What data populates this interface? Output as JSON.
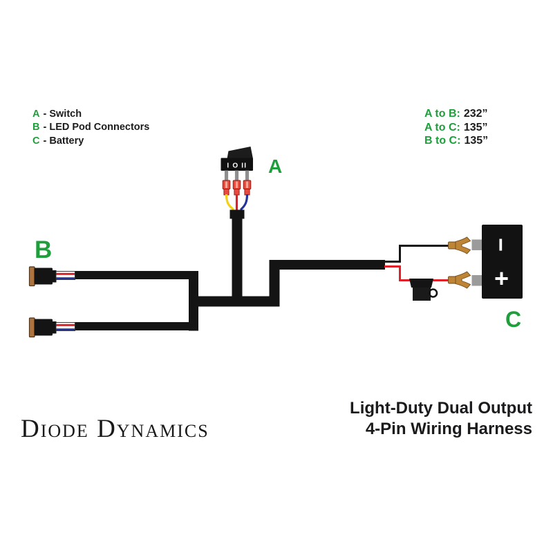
{
  "legend": {
    "items": [
      {
        "key": "A",
        "text": "- Switch"
      },
      {
        "key": "B",
        "text": "- LED Pod Connectors"
      },
      {
        "key": "C",
        "text": "- Battery"
      }
    ]
  },
  "measurements": [
    {
      "label": "A to B:",
      "value": "232”"
    },
    {
      "label": "A to C:",
      "value": "135”"
    },
    {
      "label": "B to C:",
      "value": "135”"
    }
  ],
  "diagram": {
    "switch": {
      "label": "A",
      "markings": "I O II"
    },
    "led_connectors": {
      "label": "B"
    },
    "battery": {
      "label": "C",
      "positive": "+",
      "negative": "−"
    }
  },
  "footer": {
    "brand": "Diode Dynamics",
    "title_line1": "Light-Duty Dual Output",
    "title_line2": "4-Pin Wiring Harness"
  },
  "colors": {
    "accent_green": "#1f9e3c",
    "text_black": "#1c1c1e",
    "wire_black": "#141414",
    "wire_red": "#e01f26",
    "wire_yellow": "#f2d117",
    "wire_blue": "#23339b",
    "terminal_red": "#e84a3e",
    "terminal_gold": "#bf8536",
    "connector_brown": "#ad7440",
    "pin_gray": "#8f8f8f"
  }
}
